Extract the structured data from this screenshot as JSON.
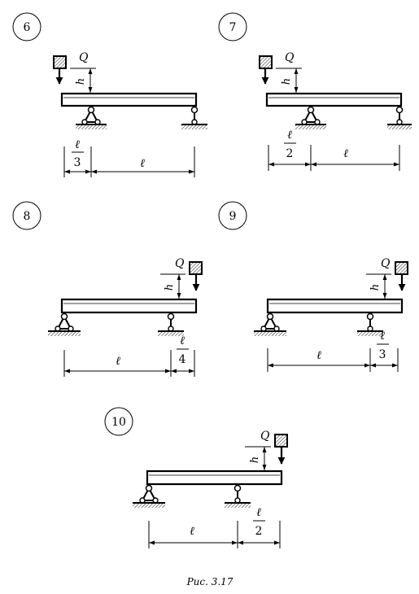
{
  "caption": "Рис. 3.17",
  "symbols": {
    "load": "Q",
    "height": "h",
    "span": "ℓ"
  },
  "diagrams": [
    {
      "number": "6",
      "left_fraction": {
        "num": "ℓ",
        "den": "3"
      },
      "main_span": "ℓ"
    },
    {
      "number": "7",
      "left_fraction": {
        "num": "ℓ",
        "den": "2"
      },
      "main_span": "ℓ"
    },
    {
      "number": "8",
      "main_span": "ℓ",
      "right_fraction": {
        "num": "ℓ",
        "den": "4"
      }
    },
    {
      "number": "9",
      "main_span": "ℓ",
      "right_fraction": {
        "num": "ℓ",
        "den": "3"
      }
    },
    {
      "number": "10",
      "main_span": "ℓ",
      "right_fraction": {
        "num": "ℓ",
        "den": "2"
      }
    }
  ]
}
